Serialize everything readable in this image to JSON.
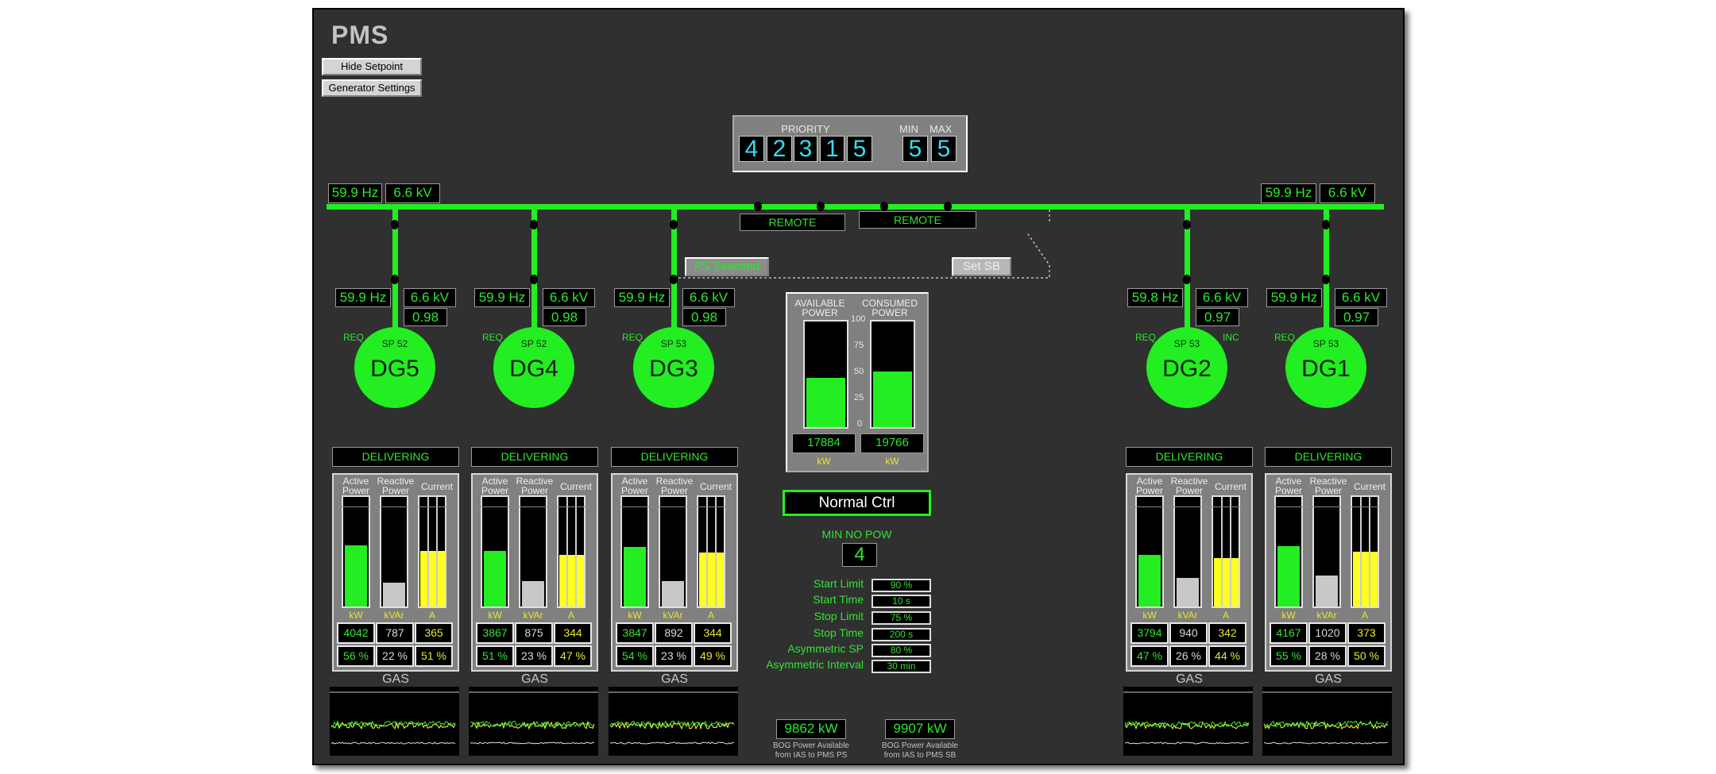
{
  "app": {
    "title": "PMS"
  },
  "buttons": {
    "hide_setpoint": "Hide Setpoint",
    "generator_settings": "Generator Settings",
    "ps_selected": "PS Selected",
    "set_sb": "Set SB"
  },
  "priority": {
    "label": "PRIORITY",
    "values": [
      "4",
      "2",
      "3",
      "1",
      "5"
    ],
    "min_label": "MIN",
    "max_label": "MAX",
    "min": "5",
    "max": "5"
  },
  "bus": {
    "left_hz": "59.9 Hz",
    "left_kv": "6.6 kV",
    "right_hz": "59.9 Hz",
    "right_kv": "6.6 kV",
    "remote_1": "REMOTE",
    "remote_2": "REMOTE"
  },
  "colors": {
    "green": "#22ee22",
    "yellow": "#ffff22",
    "gray": "#c8c8c8",
    "cyan": "#33ddee"
  },
  "generators": [
    {
      "name": "DG5",
      "hz": "59.9 Hz",
      "kv": "6.6 kV",
      "pf": "0.98",
      "req": "REQ",
      "inc": "",
      "sp": "SP 52",
      "status": "DELIVERING",
      "kw": "4042",
      "kvar": "787",
      "amp": "365",
      "kw_pct": "56 %",
      "kvar_pct": "22 %",
      "amp_pct": "51 %",
      "kw_fill": 56,
      "kvar_fill": 22,
      "amp_fill": 51,
      "fuel": "GAS"
    },
    {
      "name": "DG4",
      "hz": "59.9 Hz",
      "kv": "6.6 kV",
      "pf": "0.98",
      "req": "REQ",
      "inc": "",
      "sp": "SP 52",
      "status": "DELIVERING",
      "kw": "3867",
      "kvar": "875",
      "amp": "344",
      "kw_pct": "51 %",
      "kvar_pct": "23 %",
      "amp_pct": "47 %",
      "kw_fill": 51,
      "kvar_fill": 23,
      "amp_fill": 47,
      "fuel": "GAS"
    },
    {
      "name": "DG3",
      "hz": "59.9 Hz",
      "kv": "6.6 kV",
      "pf": "0.98",
      "req": "REQ",
      "inc": "",
      "sp": "SP 53",
      "status": "DELIVERING",
      "kw": "3847",
      "kvar": "892",
      "amp": "344",
      "kw_pct": "54 %",
      "kvar_pct": "23 %",
      "amp_pct": "49 %",
      "kw_fill": 54,
      "kvar_fill": 23,
      "amp_fill": 49,
      "fuel": "GAS"
    },
    {
      "name": "DG2",
      "hz": "59.8 Hz",
      "kv": "6.6 kV",
      "pf": "0.97",
      "req": "REQ",
      "inc": "INC",
      "sp": "SP 53",
      "status": "DELIVERING",
      "kw": "3794",
      "kvar": "940",
      "amp": "342",
      "kw_pct": "47 %",
      "kvar_pct": "26 %",
      "amp_pct": "44 %",
      "kw_fill": 47,
      "kvar_fill": 26,
      "amp_fill": 44,
      "fuel": "GAS"
    },
    {
      "name": "DG1",
      "hz": "59.9 Hz",
      "kv": "6.6 kV",
      "pf": "0.97",
      "req": "REQ",
      "inc": "",
      "sp": "SP 53",
      "status": "DELIVERING",
      "kw": "4167",
      "kvar": "1020",
      "amp": "373",
      "kw_pct": "55 %",
      "kvar_pct": "28 %",
      "amp_pct": "50 %",
      "kw_fill": 55,
      "kvar_fill": 28,
      "amp_fill": 50,
      "fuel": "GAS"
    }
  ],
  "meter_labels": {
    "active": [
      "Active",
      "Power"
    ],
    "reactive": [
      "Reactive",
      "Power"
    ],
    "current": "Current",
    "kw": "kW",
    "kvar": "kVAr",
    "amp": "A"
  },
  "power": {
    "available_label": [
      "AVAILABLE",
      "POWER"
    ],
    "consumed_label": [
      "CONSUMED",
      "POWER"
    ],
    "scale": [
      "100",
      "75",
      "50",
      "25",
      "0"
    ],
    "available": "17884",
    "consumed": "19766",
    "unit": "kW",
    "available_fill": 47,
    "consumed_fill": 53
  },
  "control": {
    "mode": "Normal Ctrl",
    "min_no_pow_label": "MIN NO POW",
    "min_no_pow": "4"
  },
  "settings": [
    {
      "label": "Start Limit",
      "value": "90 %"
    },
    {
      "label": "Start Time",
      "value": "10 s"
    },
    {
      "label": "Stop Limit",
      "value": "75 %"
    },
    {
      "label": "Stop Time",
      "value": "200 s"
    },
    {
      "label": "Asymmetric SP",
      "value": "80 %"
    },
    {
      "label": "Asymmetric Interval",
      "value": "30 min"
    }
  ],
  "bog": [
    {
      "value": "9862 kW",
      "caption": [
        "BOG Power Available",
        "from IAS to PMS PS"
      ]
    },
    {
      "value": "9907 kW",
      "caption": [
        "BOG Power Available",
        "from IAS to PMS SB"
      ]
    }
  ]
}
